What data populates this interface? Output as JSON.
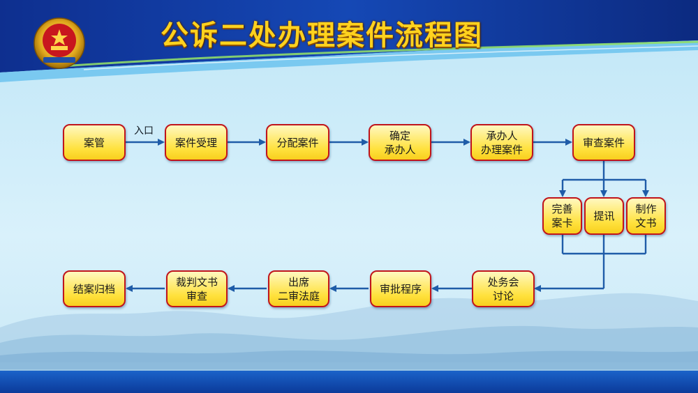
{
  "header": {
    "title": "公诉二处办理案件流程图"
  },
  "colors": {
    "node_border": "#c0141b",
    "node_fill": "#ffe13c",
    "arrow": "#1f5ca8",
    "title": "#ffd21e"
  },
  "emblem": {
    "icon": "procuratorate-emblem-icon"
  },
  "flow": {
    "entry_label": "入口",
    "nodes": [
      {
        "id": "n1",
        "label": "案管"
      },
      {
        "id": "n2",
        "label": "案件受理"
      },
      {
        "id": "n3",
        "label": "分配案件"
      },
      {
        "id": "n4",
        "label": "确定\n承办人"
      },
      {
        "id": "n5",
        "label": "承办人\n办理案件"
      },
      {
        "id": "n6",
        "label": "审查案件"
      },
      {
        "id": "n7",
        "label": "完善\n案卡"
      },
      {
        "id": "n8",
        "label": "提讯"
      },
      {
        "id": "n9",
        "label": "制作\n文书"
      },
      {
        "id": "n10",
        "label": "处务会\n讨论"
      },
      {
        "id": "n11",
        "label": "审批程序"
      },
      {
        "id": "n12",
        "label": "出席\n二审法庭"
      },
      {
        "id": "n13",
        "label": "裁判文书\n审查"
      },
      {
        "id": "n14",
        "label": "结案归档"
      }
    ]
  }
}
